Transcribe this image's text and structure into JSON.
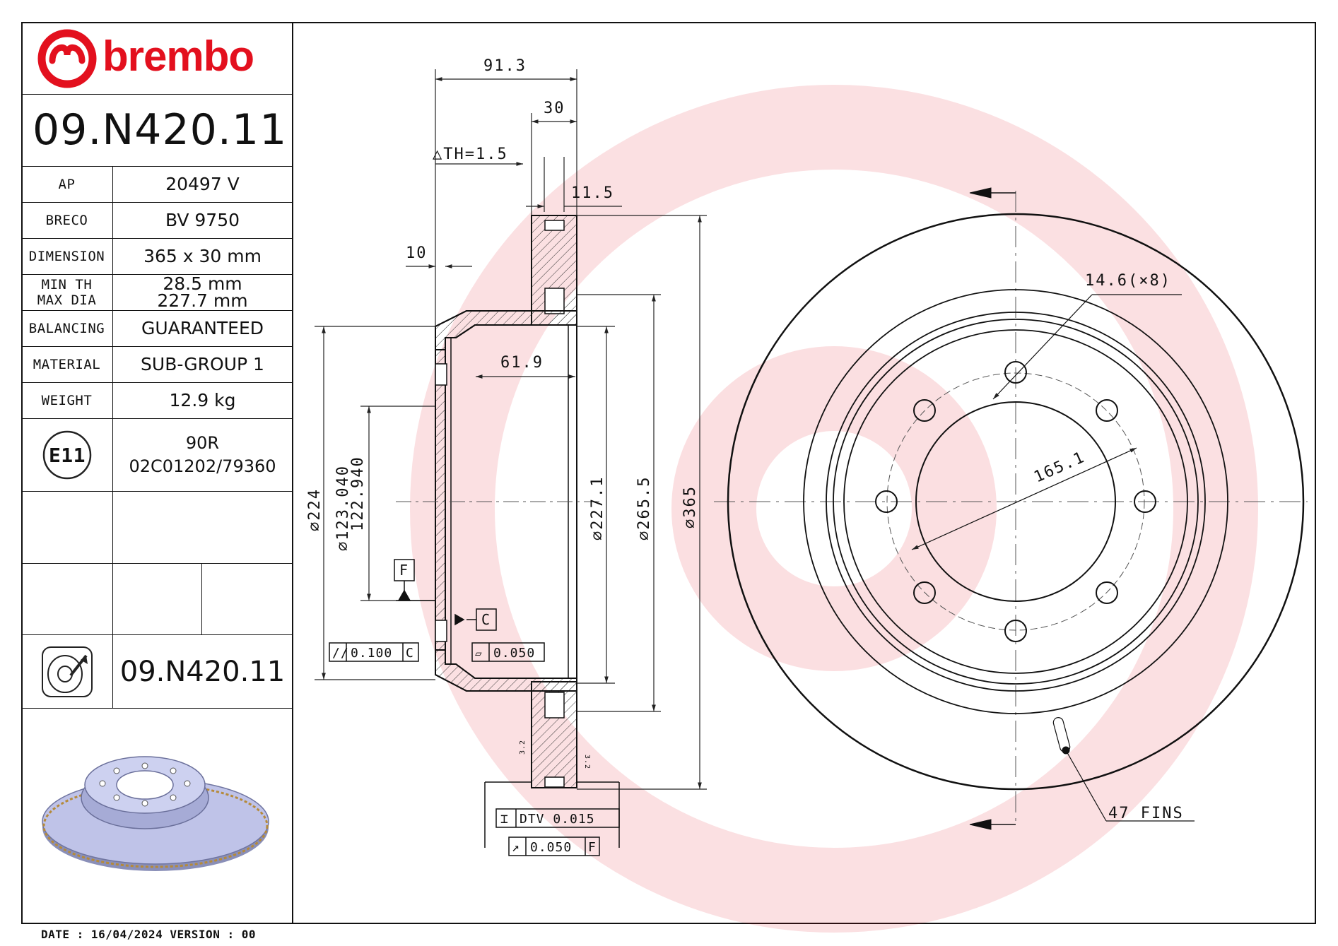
{
  "brand": {
    "name": "brembo",
    "color": "#e3101e"
  },
  "part_number": "09.N420.11",
  "specs": [
    {
      "key": "AP",
      "value": "20497 V"
    },
    {
      "key": "BRECO",
      "value": "BV 9750"
    },
    {
      "key": "DIMENSION",
      "value": "365 x 30 mm"
    },
    {
      "key": "MIN TH\nMAX DIA",
      "value": "28.5 mm\n227.7 mm"
    },
    {
      "key": "BALANCING",
      "value": "GUARANTEED"
    },
    {
      "key": "MATERIAL",
      "value": "SUB-GROUP 1"
    },
    {
      "key": "WEIGHT",
      "value": "12.9 kg"
    }
  ],
  "homologation": {
    "mark": "E11",
    "line1": "90R",
    "line2": "02C01202/79360"
  },
  "footer_part_number": "09.N420.11",
  "date_line": "DATE : 16/04/2024 VERSION : 00",
  "dimensions": {
    "overall_width": "91.3",
    "disc_thickness": "30",
    "th": "△TH=1.5",
    "vane": "11.5",
    "hat_wall": "10",
    "hat_depth": "61.9",
    "d224": "⌀224",
    "d123": "⌀123.040",
    "d122": "122.940",
    "d227": "⌀227.1",
    "d265": "⌀265.5",
    "d365": "⌀365",
    "bolt_holes": "14.6(×8)",
    "pcd": "165.1",
    "fins": "47 FINS",
    "datum_f": "F",
    "datum_c": "C",
    "tol_parallel": "0.100",
    "tol_parallel_ref": "C",
    "tol_flat": "0.050",
    "dtv": "DTV 0.015",
    "runout": "0.050",
    "runout_ref": "F",
    "roughness": "3.2"
  },
  "icons": [
    "brembo-logo-icon",
    "e11-mark-icon",
    "disc-thumbnail-icon",
    "disc-3d-render-icon"
  ]
}
